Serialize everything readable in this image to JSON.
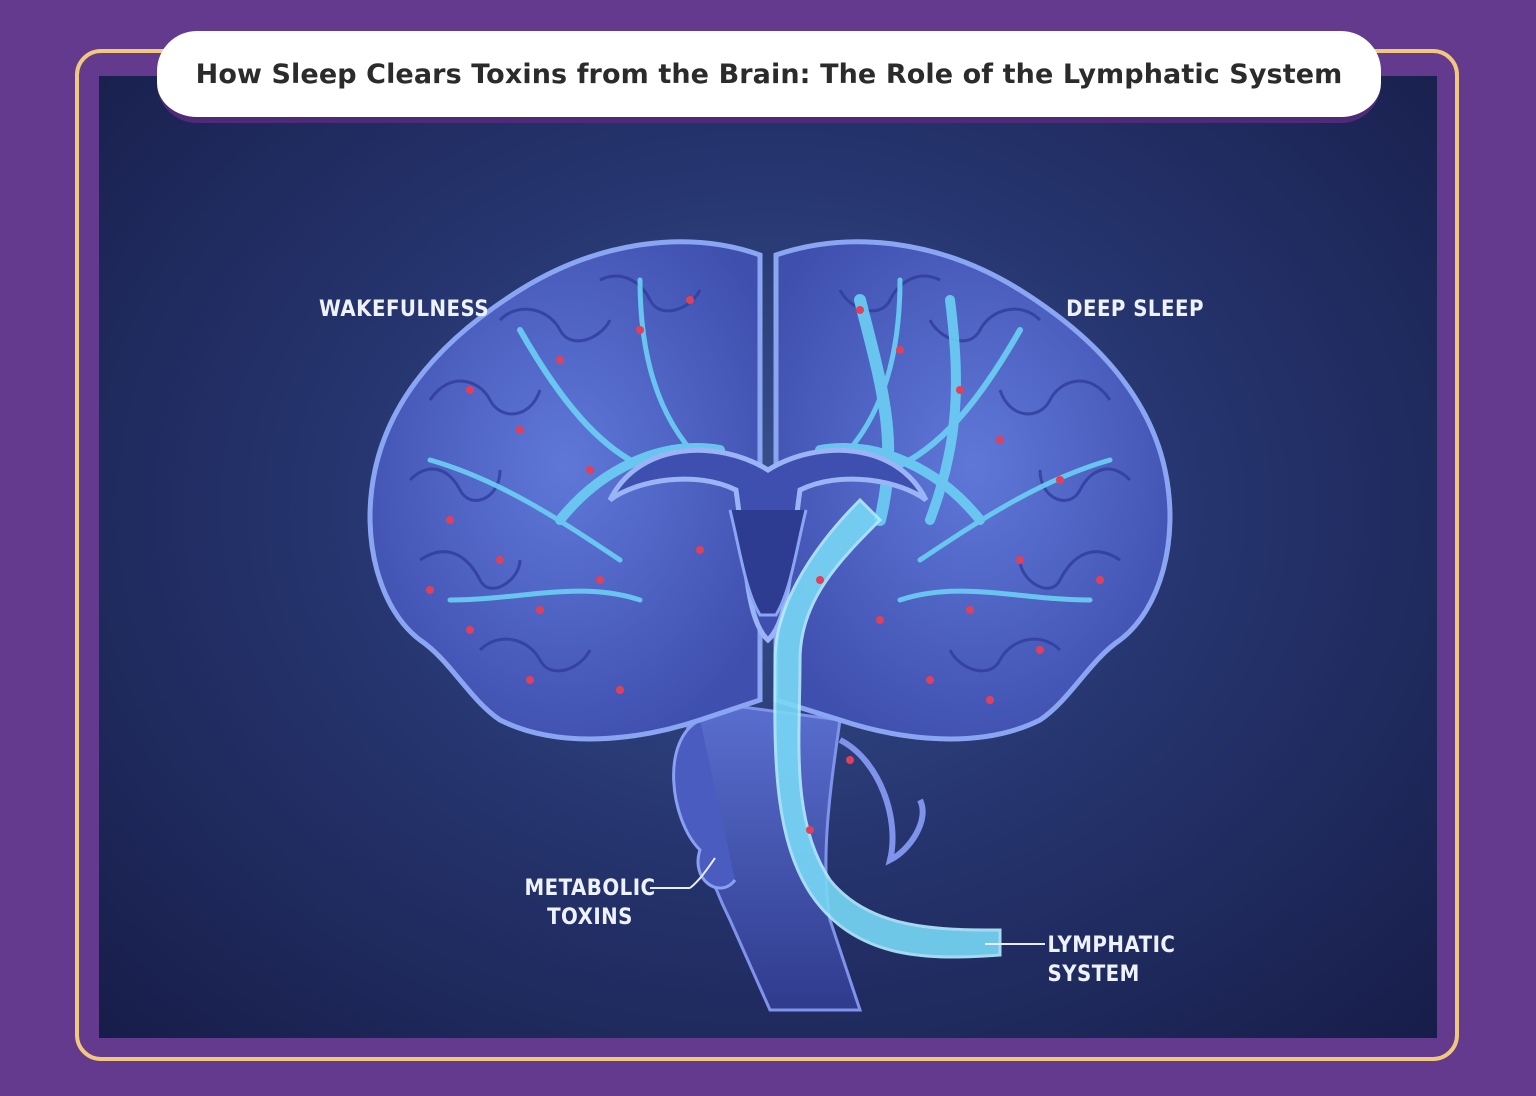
{
  "title": "How Sleep Clears Toxins from the Brain: The Role of the Lymphatic System",
  "labels": {
    "wakefulness": "WAKEFULNESS",
    "deep_sleep": "DEEP SLEEP",
    "metabolic_toxins": [
      "METABOLIC",
      "TOXINS"
    ],
    "lymphatic_system": [
      "LYMPHATIC",
      "SYSTEM"
    ]
  },
  "colors": {
    "background": "#633a8e",
    "frame": "#f1c97e",
    "panel": "#26356f",
    "brain": "#4d63c7",
    "channels": "#63c8f0",
    "toxins": "#e0405a"
  }
}
